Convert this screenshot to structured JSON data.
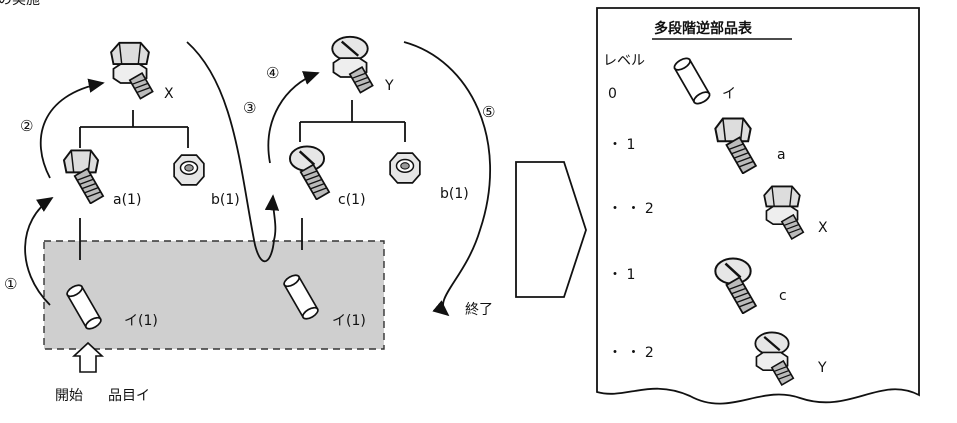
{
  "page_title_fragment": "の実施",
  "left": {
    "steps": [
      "①",
      "②",
      "③",
      "④",
      "⑤"
    ],
    "parts": {
      "x_label": "X",
      "y_label": "Y",
      "a_label": "a(1)",
      "b1_label": "b(1)",
      "c_label": "c(1)",
      "b2_label": "b(1)",
      "i1_label": "イ(1)",
      "i2_label": "イ(1)"
    },
    "start_label": "開始",
    "item_label": "品目イ",
    "end_label": "終了"
  },
  "right": {
    "title": "多段階逆部品表",
    "level_header": "レベル",
    "rows": [
      {
        "level": "0",
        "part": "イ",
        "icon": "pin-icon"
      },
      {
        "level": "・ 1",
        "part": "a",
        "icon": "bolt-icon"
      },
      {
        "level": "・ ・ 2",
        "part": "X",
        "icon": "bolt-nut-assembly-icon"
      },
      {
        "level": "・ 1",
        "part": "c",
        "icon": "screw-icon"
      },
      {
        "level": "・ ・ 2",
        "part": "Y",
        "icon": "screw-nut-assembly-icon"
      }
    ]
  },
  "colors": {
    "shaded_region": "#cfcfcf",
    "ink": "#111111"
  }
}
